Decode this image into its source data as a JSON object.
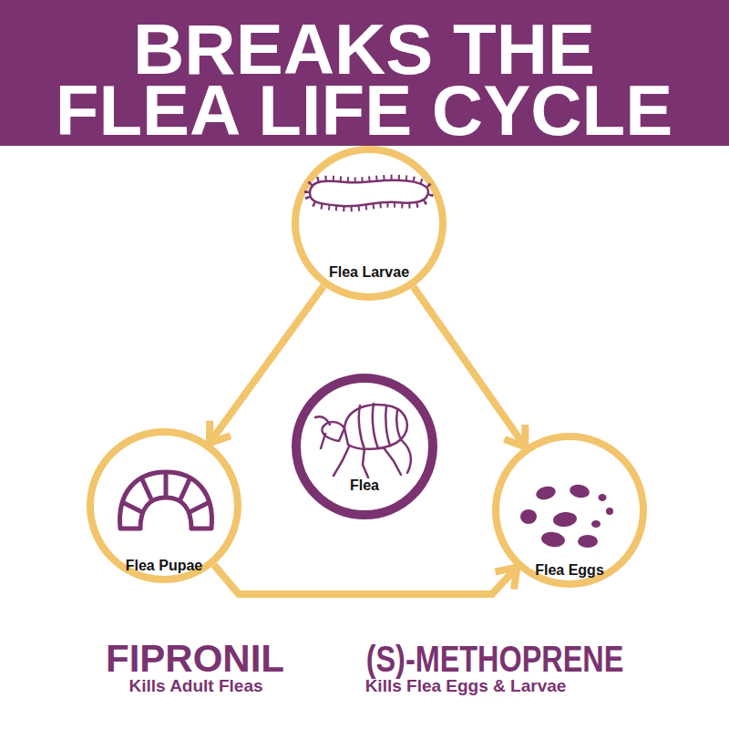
{
  "diagram": {
    "title": "BREAKS THE FLEA LIFE CYCLE",
    "nodes": [
      {
        "text": [
          "Flea Larvae"
        ]
      },
      {
        "text": [
          "Flea Pupae"
        ]
      },
      {
        "text": [
          "Flea"
        ]
      },
      {
        "text": [
          "Flea Eggs"
        ]
      }
    ],
    "edges": [
      {
        "from": 0,
        "to": 1,
        "arrow": "to"
      },
      {
        "from": 0,
        "to": 3,
        "arrow": "to"
      },
      {
        "from": 1,
        "to": 3,
        "arrow": "to"
      }
    ],
    "labels": [
      "FIPRONIL",
      "Kills Adult Fleas",
      "(S)-METHOPRENE",
      "Kills Flea Eggs & Larvae"
    ]
  }
}
